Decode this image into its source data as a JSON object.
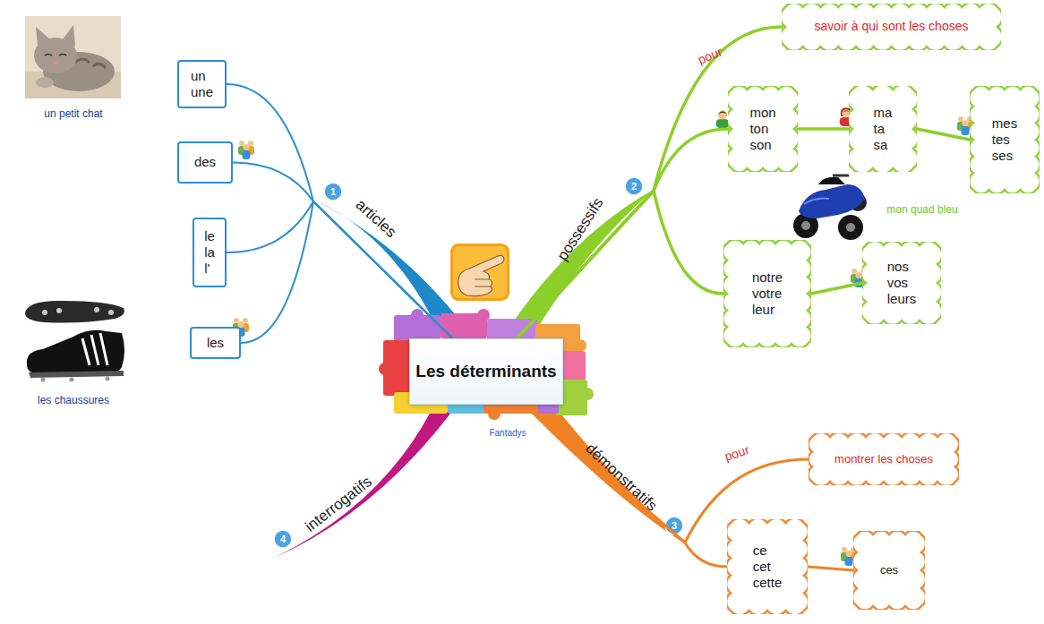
{
  "diagram": {
    "nodes": [
      {
        "text": [
          "Les déterminants"
        ]
      },
      {
        "text": [
          "un une"
        ]
      },
      {
        "text": [
          "des"
        ]
      },
      {
        "text": [
          "le la l'"
        ]
      },
      {
        "text": [
          "les"
        ]
      },
      {
        "text": [
          "savoir à qui sont les choses"
        ]
      },
      {
        "text": [
          "mon ton son"
        ]
      },
      {
        "text": [
          "ma ta sa"
        ]
      },
      {
        "text": [
          "mes tes ses"
        ]
      },
      {
        "text": [
          "notre votre leur"
        ]
      },
      {
        "text": [
          "nos vos leurs"
        ]
      },
      {
        "text": [
          "montrer les choses"
        ]
      },
      {
        "text": [
          "ce cet cette"
        ]
      },
      {
        "text": [
          "ces"
        ]
      }
    ],
    "edges": [
      {
        "from": 0,
        "to": 1,
        "arrow": "none"
      },
      {
        "from": 0,
        "to": 2,
        "arrow": "none"
      },
      {
        "from": 0,
        "to": 3,
        "arrow": "none"
      },
      {
        "from": 0,
        "to": 4,
        "arrow": "none"
      },
      {
        "from": 0,
        "to": 5,
        "label": "pour",
        "arrow": "none"
      },
      {
        "from": 0,
        "to": 6,
        "arrow": "none"
      },
      {
        "from": 6,
        "to": 7,
        "arrow": "none"
      },
      {
        "from": 7,
        "to": 8,
        "arrow": "none"
      },
      {
        "from": 0,
        "to": 9,
        "arrow": "none"
      },
      {
        "from": 9,
        "to": 10,
        "arrow": "none"
      },
      {
        "from": 0,
        "to": 11,
        "label": "pour",
        "arrow": "none"
      },
      {
        "from": 0,
        "to": 12,
        "arrow": "none"
      },
      {
        "from": 12,
        "to": 13,
        "arrow": "none"
      }
    ],
    "labels": [
      "un petit chat",
      "les chaussures",
      "articles",
      "1",
      "possessifs",
      "2",
      "mon quad bleu",
      "démonstratifs",
      "3",
      "interrogatifs",
      "4",
      "Fantadys"
    ]
  }
}
